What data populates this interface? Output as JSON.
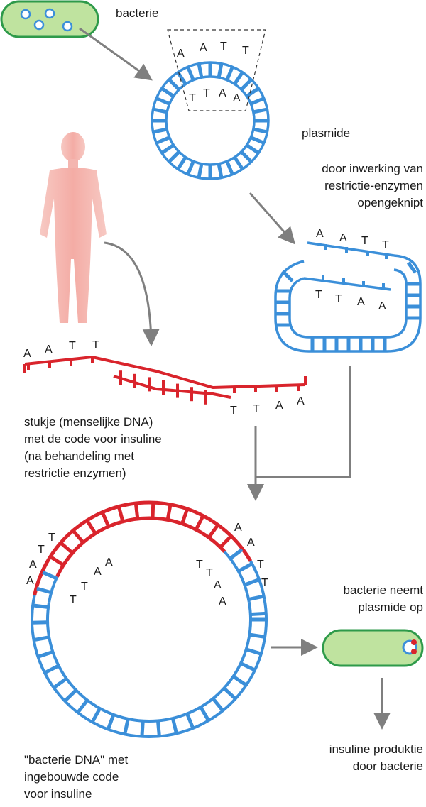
{
  "labels": {
    "bacterium": "bacterie",
    "plasmid": "plasmide",
    "cut_line1": "door inwerking van",
    "cut_line2": "restrictie-enzymen",
    "cut_line3": "opengeknipt",
    "dna_line1": "stukje (menselijke DNA)",
    "dna_line2": "met de code voor insuline",
    "dna_line3": "(na behandeling met",
    "dna_line4": "restrictie enzymen)",
    "uptake_line1": "bacterie neemt",
    "uptake_line2": "plasmide op",
    "production_line1": "insuline produktie",
    "production_line2": "door bacterie",
    "recomb_line1": "\"bacterie DNA\" met",
    "recomb_line2": "ingebouwde code",
    "recomb_line3": "voor insuline"
  },
  "bases": {
    "plasmid_outer": [
      "A",
      "A",
      "T",
      "T"
    ],
    "plasmid_inner": [
      "T",
      "T",
      "A",
      "A"
    ],
    "cut_top": [
      "A",
      "A",
      "T",
      "T"
    ],
    "cut_bottom": [
      "T",
      "T",
      "A",
      "A"
    ],
    "human_top": [
      "A",
      "A",
      "T",
      "T"
    ],
    "human_bottom": [
      "T",
      "T",
      "A",
      "A"
    ],
    "recomb_left_outer": [
      "A",
      "A",
      "T",
      "T"
    ],
    "recomb_left_inner": [
      "T",
      "T",
      "A",
      "A"
    ],
    "recomb_right_outer": [
      "A",
      "A",
      "T",
      "T"
    ],
    "recomb_right_inner": [
      "T",
      "T",
      "A",
      "A"
    ]
  },
  "colors": {
    "bacterial_dna": "#3b8fd9",
    "human_dna": "#d9242c",
    "bacterium_fill": "#bfe39f",
    "bacterium_outline": "#2e9a4a",
    "arrow": "#7f7f7f",
    "human_figure": "#f4b6b0"
  }
}
